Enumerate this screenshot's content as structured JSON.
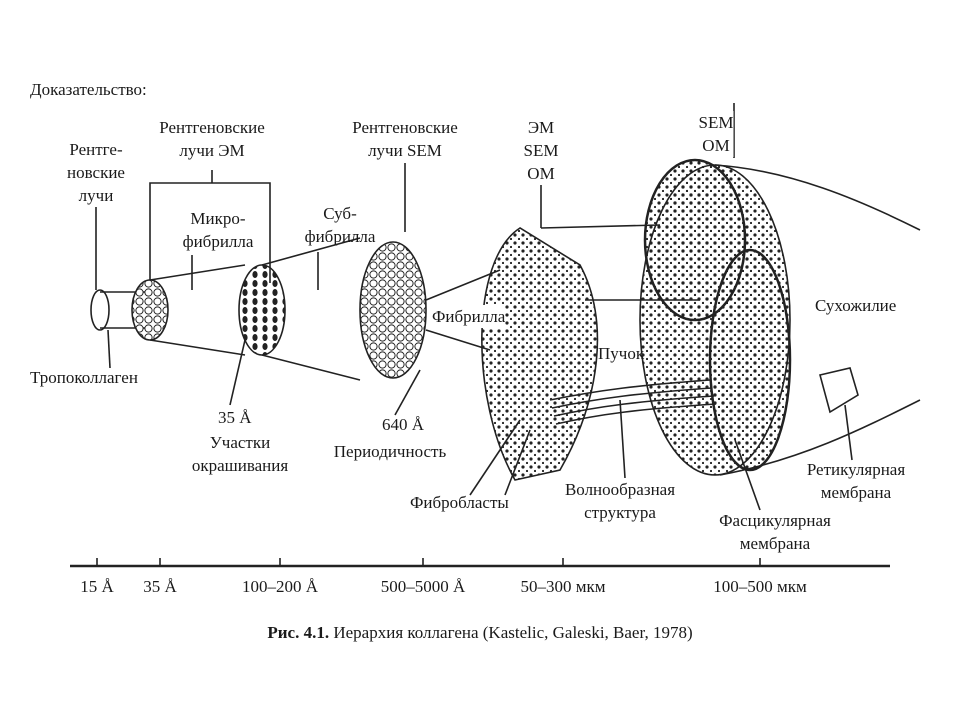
{
  "heading": "Доказательство:",
  "methods": {
    "xray": [
      "Рентге-",
      "новские",
      "лучи"
    ],
    "xray_em": [
      "Рентгеновские",
      "лучи ЭМ"
    ],
    "xray_sem": [
      "Рентгеновские",
      "лучи SEM"
    ],
    "em_sem_om": [
      "ЭМ",
      "SEM",
      "ОМ"
    ],
    "sem_om": [
      "SEM",
      "ОМ"
    ]
  },
  "structures": {
    "microfibril": [
      "Микро-",
      "фибрилла"
    ],
    "subfibril": [
      "Суб-",
      "фибрилла"
    ],
    "fibril": "Фибрилла",
    "tendon": "Сухожилие",
    "tropocollagen": "Тропоколлаген",
    "fascicle": "Пучок",
    "size_35": "35 Å",
    "staining_sites": [
      "Участки",
      "окрашивания"
    ],
    "size_640": "640 Å",
    "periodicity": "Периодичность",
    "fibroblasts": "Фибробласты",
    "wavy": [
      "Волнообразная",
      "структура"
    ],
    "fascicular_membrane": [
      "Фасцикулярная",
      "мембрана"
    ],
    "reticular_membrane": [
      "Ретикулярная",
      "мембрана"
    ]
  },
  "scale": [
    "15 Å",
    "35 Å",
    "100–200 Å",
    "500–5000 Å",
    "50–300 мкм",
    "100–500 мкм"
  ],
  "caption": {
    "label": "Рис. 4.1.",
    "text": " Иерархия коллагена (Kastelic, Galeski, Baer, 1978)"
  }
}
